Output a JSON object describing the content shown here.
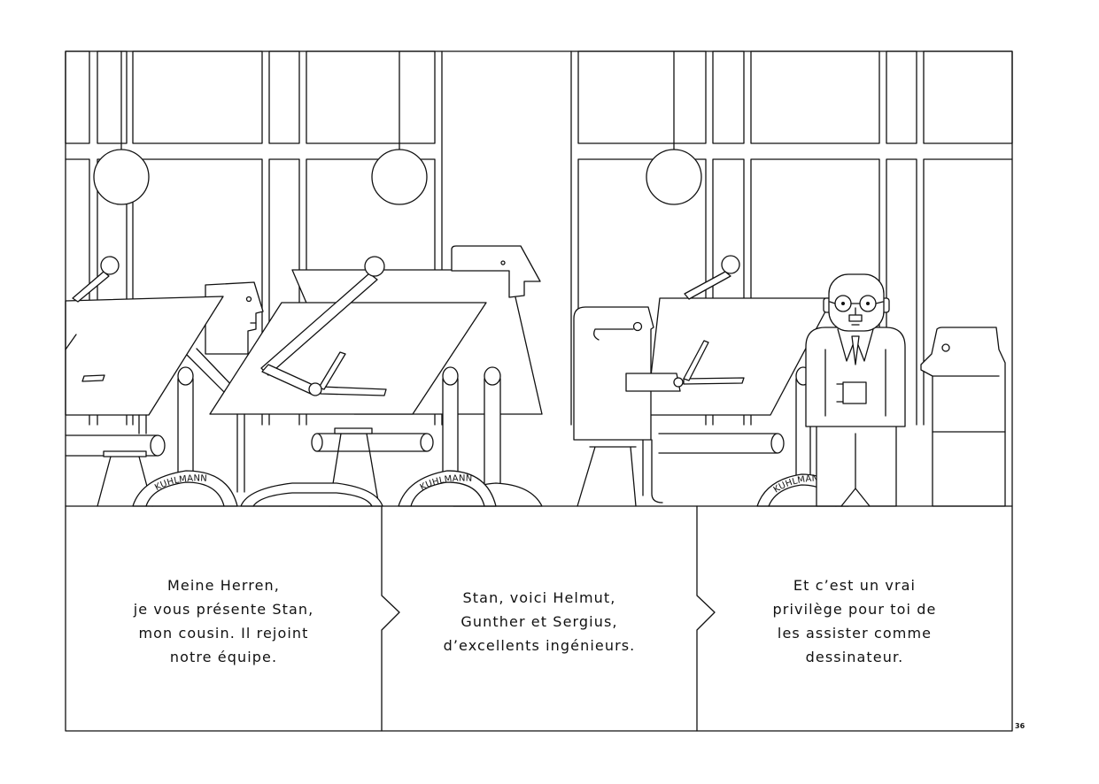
{
  "panels": [
    {
      "caption_lines": [
        "Meine Herren,",
        "je vous présente Stan,",
        "mon cousin. Il rejoint",
        "notre équipe."
      ]
    },
    {
      "caption_lines": [
        "Stan, voici Helmut,",
        "Gunther et Sergius,",
        "d’excellents ingénieurs."
      ]
    },
    {
      "caption_lines": [
        "Et c’est un vrai",
        "privilège pour toi de",
        "les assister comme",
        "dessinateur."
      ]
    }
  ],
  "illustration": {
    "chair_brand_labels": [
      "KUHLMANN",
      "KUHLMANN",
      "KUHLMANN"
    ]
  },
  "page_number": "36"
}
